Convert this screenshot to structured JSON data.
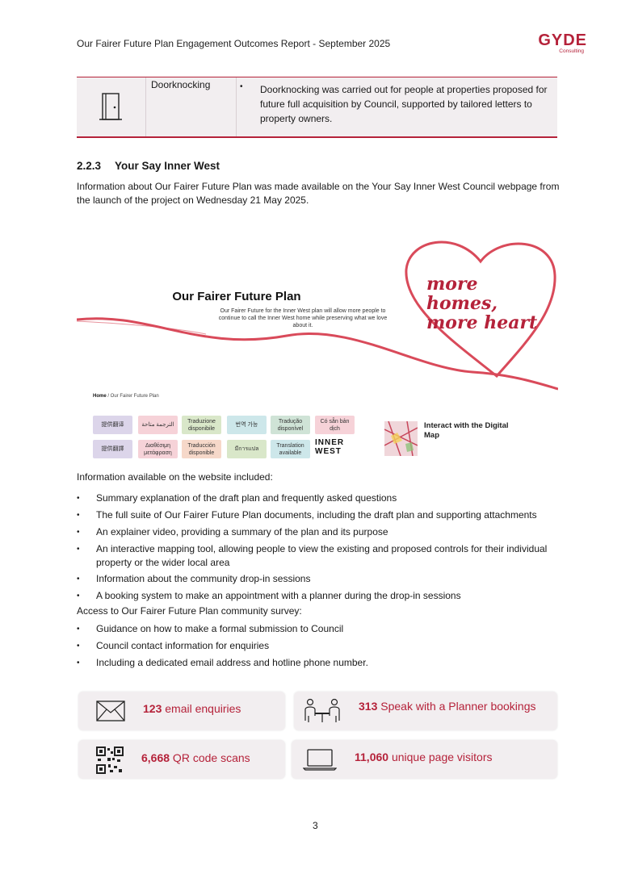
{
  "header": {
    "title": "Our Fairer Future Plan Engagement Outcomes Report - September 2025",
    "logo_main": "GYDE",
    "logo_sub": "Consulting"
  },
  "doorknocking": {
    "name": "Doorknocking",
    "bullet": "•",
    "text": "Doorknocking was carried out for people at properties proposed for future full acquisition by Council, supported by tailored letters to property owners.",
    "icon": "door-icon"
  },
  "section": {
    "number": "2.2.3",
    "title": "Your Say Inner West",
    "intro": "Information about Our Fairer Future Plan was made available on the Your Say Inner West Council webpage from the launch of the project on Wednesday 21 May 2025."
  },
  "website": {
    "title": "Our Fairer Future Plan",
    "subtitle": "Our Fairer Future for the Inner West plan will allow more people to continue to call the Inner West home while preserving what we love about it.",
    "heart_text_line1": "more homes,",
    "heart_text_line2": "more heart",
    "crumb_home": "Home",
    "crumb_current": "/ Our Fairer Future Plan",
    "tiles": [
      {
        "label": "提供翻译",
        "color": "#dcd5ea"
      },
      {
        "label": "الترجمة متاحة",
        "color": "#f6d2d8"
      },
      {
        "label": "Traduzione disponibile",
        "color": "#d9e7c9"
      },
      {
        "label": "번역 가능",
        "color": "#cde7ea"
      },
      {
        "label": "Tradução disponível",
        "color": "#cfe3d6"
      },
      {
        "label": "Có sẵn bản dịch",
        "color": "#f6d2d8"
      },
      {
        "label": "提供翻譯",
        "color": "#dcd5ea"
      },
      {
        "label": "Διαθέσιμη μετάφραση",
        "color": "#f6d2d8"
      },
      {
        "label": "Traducción disponible",
        "color": "#f6d8c9"
      },
      {
        "label": "มีการแปล",
        "color": "#d9e7c9"
      },
      {
        "label": "Translation available",
        "color": "#cde7ea"
      }
    ],
    "inner_west_line1": "INNER",
    "inner_west_line2": "WEST",
    "map_label": "Interact with the Digital Map"
  },
  "info": {
    "lead": "Information available on the website included:",
    "bullets": [
      "Summary explanation of the draft plan and frequently asked questions",
      "The full suite of Our Fairer Future Plan documents, including the draft plan and supporting attachments",
      "An explainer video, providing a summary of the plan and its purpose",
      "An interactive mapping tool, allowing people to view the existing and proposed controls for their individual property or the wider local area",
      "Information about the community drop-in sessions",
      "A booking system to make an appointment with a planner during the drop-in sessions"
    ],
    "access_line": "Access to Our Fairer Future Plan community survey:",
    "bullets2": [
      "Guidance on how to make a formal submission to Council",
      "Council contact information for enquiries",
      "Including a dedicated email address and hotline phone number."
    ]
  },
  "stats": [
    {
      "value": "123",
      "label": " email enquiries",
      "icon": "envelope-icon"
    },
    {
      "value": "313",
      "label": " Speak with a Planner bookings",
      "icon": "meeting-icon"
    },
    {
      "value": "6,668",
      "label": " QR code scans",
      "icon": "qr-code-icon"
    },
    {
      "value": "11,060",
      "label": " unique page visitors",
      "icon": "laptop-icon"
    }
  ],
  "page_number": "3",
  "colors": {
    "accent": "#b5223a",
    "panel": "#f2eef0"
  }
}
